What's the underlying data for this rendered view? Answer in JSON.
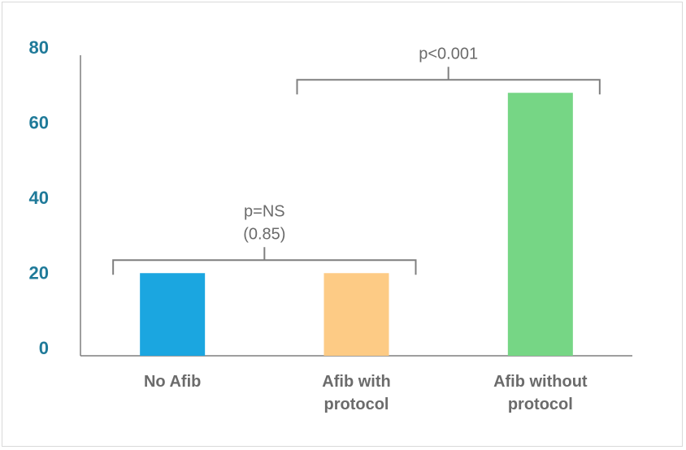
{
  "chart_data": {
    "type": "bar",
    "categories": [
      [
        "No Afib"
      ],
      [
        "Afib with",
        "protocol"
      ],
      [
        "Afib without",
        "protocol"
      ]
    ],
    "values": [
      22,
      22,
      70
    ],
    "colors": [
      "#1ba6e0",
      "#fdcb85",
      "#76d685"
    ],
    "yticks": [
      "0",
      "20",
      "40",
      "60",
      "80"
    ],
    "ylim": [
      0,
      80
    ],
    "grid": false,
    "comparisons": [
      {
        "from": 0,
        "to": 1,
        "lines": [
          "p=NS",
          "(0.85)"
        ]
      },
      {
        "from": 1,
        "to": 2,
        "lines": [
          "p<0.001"
        ]
      }
    ]
  }
}
